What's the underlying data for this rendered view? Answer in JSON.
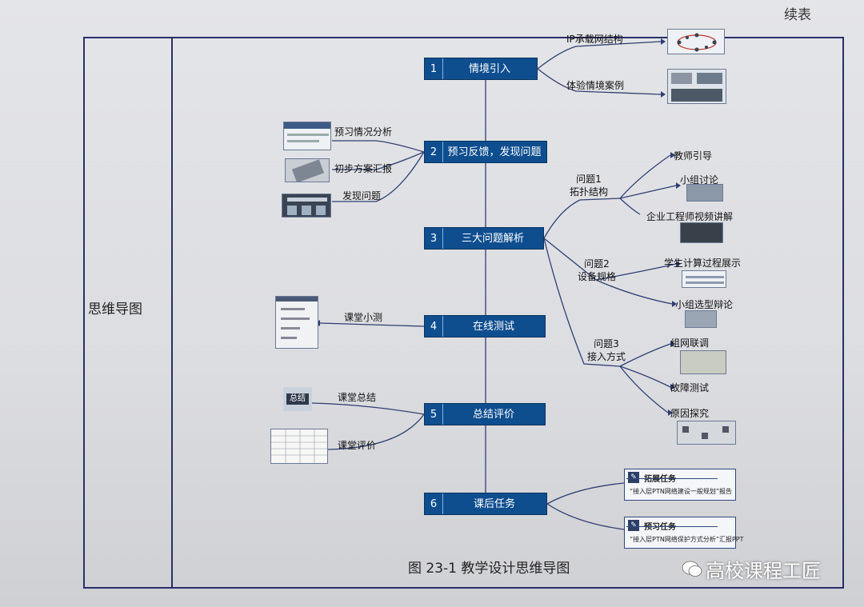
{
  "continued_label": "续表",
  "row_label": "思维导图",
  "caption": "图 23-1   教学设计思维导图",
  "watermark": "高校课程工匠",
  "steps": [
    {
      "num": "1",
      "label": "情境引入"
    },
    {
      "num": "2",
      "label": "预习反馈，发现问题"
    },
    {
      "num": "3",
      "label": "三大问题解析"
    },
    {
      "num": "4",
      "label": "在线测试"
    },
    {
      "num": "5",
      "label": "总结评价"
    },
    {
      "num": "6",
      "label": "课后任务"
    }
  ],
  "intro_branches": [
    "IP承载网结构",
    "体验情境案例"
  ],
  "feedback_branches": [
    "预习情况分析",
    "初步方案汇报",
    "发现问题"
  ],
  "problems": [
    {
      "title": "问题1",
      "sub": "拓扑结构"
    },
    {
      "title": "问题2",
      "sub": "设备规格"
    },
    {
      "title": "问题3",
      "sub": "接入方式"
    }
  ],
  "problem_leaves": [
    "教师引导",
    "小组讨论",
    "企业工程师视频讲解",
    "学生计算过程展示",
    "小组选型辩论",
    "组网联调",
    "故障测试",
    "原因探究"
  ],
  "test_branch": "课堂小测",
  "summary_branches": [
    "课堂总结",
    "课堂评价"
  ],
  "summary_icon_text": "总结",
  "tasks": [
    {
      "title": "拓展任务",
      "desc": "“接入层PTN网络建设一般规划”报告"
    },
    {
      "title": "预习任务",
      "desc": "“接入层PTN网络保护方式分析”汇报PPT"
    }
  ],
  "colors": {
    "box": "#0e4e8f",
    "frame": "#2a2f6a",
    "line": "#2f3f73"
  }
}
